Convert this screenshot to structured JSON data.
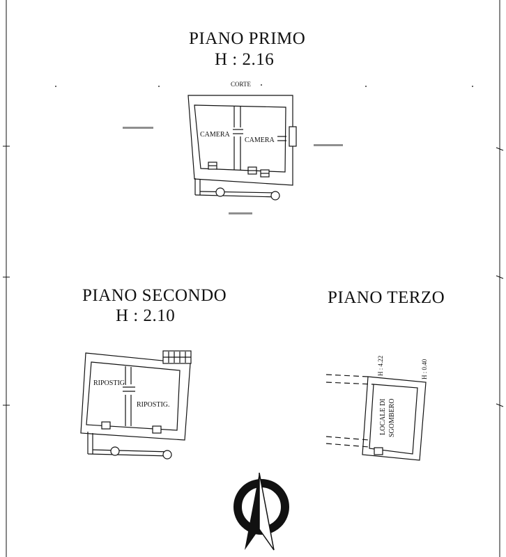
{
  "piano_primo": {
    "title": "PIANO PRIMO",
    "height": "H : 2.16",
    "corte_label": "CORTE",
    "rooms": [
      "CAMERA",
      "CAMERA"
    ]
  },
  "piano_secondo": {
    "title": "PIANO SECONDO",
    "height": "H : 2.10",
    "rooms": [
      "RIPOSTIG.",
      "RIPOSTIG."
    ]
  },
  "piano_terzo": {
    "title": "PIANO TERZO",
    "room": [
      "LOCALE DI",
      "SGOMBERO"
    ],
    "h_left": "H : 4.22",
    "h_right": "H : 0.40"
  },
  "colors": {
    "ink": "#111111",
    "wall_fill": "#ffffff",
    "background": "#ffffff"
  },
  "compass": {
    "icon": "north-arrow-icon"
  }
}
